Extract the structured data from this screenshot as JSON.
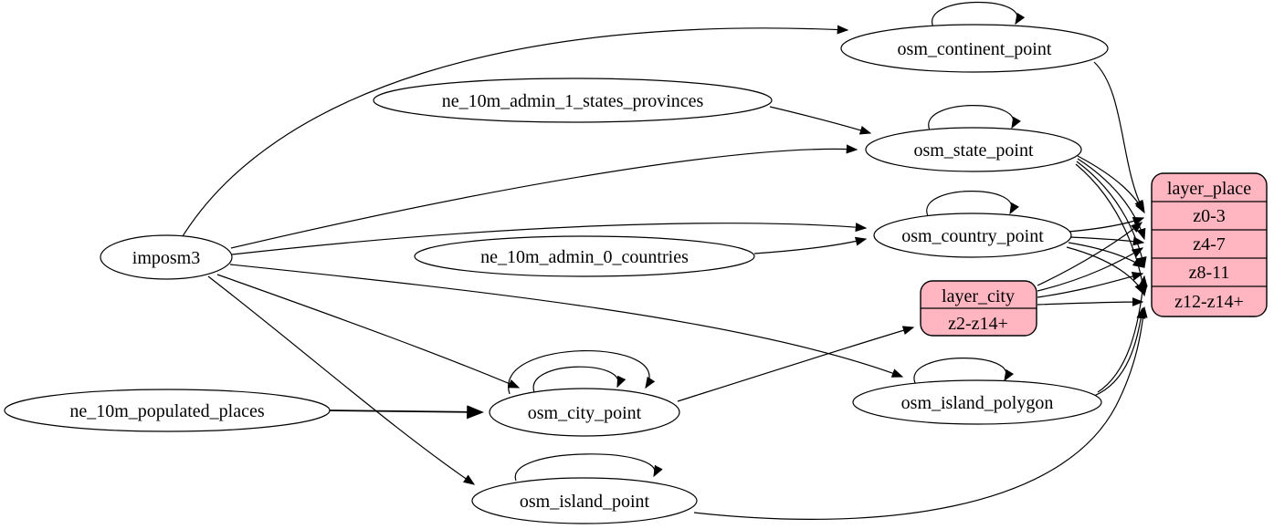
{
  "diagram": {
    "type": "etl-graph",
    "background": "#ffffff",
    "colors": {
      "node_fill": "#ffffff",
      "record_fill": "#ffb6c1",
      "stroke": "#000000",
      "text": "#000000"
    }
  },
  "nodes": {
    "imposm3": {
      "label": "imposm3",
      "shape": "ellipse"
    },
    "ne_10m_admin_1_states_provinces": {
      "label": "ne_10m_admin_1_states_provinces",
      "shape": "ellipse"
    },
    "ne_10m_admin_0_countries": {
      "label": "ne_10m_admin_0_countries",
      "shape": "ellipse"
    },
    "ne_10m_populated_places": {
      "label": "ne_10m_populated_places",
      "shape": "ellipse"
    },
    "osm_continent_point": {
      "label": "osm_continent_point",
      "shape": "ellipse",
      "self_loop": true
    },
    "osm_state_point": {
      "label": "osm_state_point",
      "shape": "ellipse",
      "self_loop": true
    },
    "osm_country_point": {
      "label": "osm_country_point",
      "shape": "ellipse",
      "self_loop": true
    },
    "osm_city_point": {
      "label": "osm_city_point",
      "shape": "ellipse",
      "self_loops": 2
    },
    "osm_island_polygon": {
      "label": "osm_island_polygon",
      "shape": "ellipse",
      "self_loop": true
    },
    "osm_island_point": {
      "label": "osm_island_point",
      "shape": "ellipse",
      "self_loop": true
    }
  },
  "records": {
    "layer_place": {
      "title": "layer_place",
      "rows": [
        "z0-3",
        "z4-7",
        "z8-11",
        "z12-z14+"
      ]
    },
    "layer_city": {
      "title": "layer_city",
      "rows": [
        "z2-z14+"
      ]
    }
  },
  "edges": [
    {
      "from": "imposm3",
      "to": "osm_continent_point"
    },
    {
      "from": "imposm3",
      "to": "osm_state_point"
    },
    {
      "from": "imposm3",
      "to": "osm_country_point"
    },
    {
      "from": "imposm3",
      "to": "osm_city_point"
    },
    {
      "from": "imposm3",
      "to": "osm_island_polygon"
    },
    {
      "from": "imposm3",
      "to": "osm_island_point"
    },
    {
      "from": "ne_10m_admin_1_states_provinces",
      "to": "osm_state_point"
    },
    {
      "from": "ne_10m_admin_0_countries",
      "to": "osm_country_point"
    },
    {
      "from": "ne_10m_populated_places",
      "to": "osm_city_point"
    },
    {
      "from": "osm_continent_point",
      "to": "osm_continent_point"
    },
    {
      "from": "osm_state_point",
      "to": "osm_state_point"
    },
    {
      "from": "osm_country_point",
      "to": "osm_country_point"
    },
    {
      "from": "osm_city_point",
      "to": "osm_city_point"
    },
    {
      "from": "osm_city_point",
      "to": "osm_city_point"
    },
    {
      "from": "osm_island_polygon",
      "to": "osm_island_polygon"
    },
    {
      "from": "osm_island_point",
      "to": "osm_island_point"
    },
    {
      "from": "osm_city_point",
      "to": "layer_city:z2-z14+"
    },
    {
      "from": "osm_continent_point",
      "to": "layer_place:z0-3"
    },
    {
      "from": "osm_state_point",
      "to": "layer_place:z0-3"
    },
    {
      "from": "osm_state_point",
      "to": "layer_place:z4-7"
    },
    {
      "from": "osm_state_point",
      "to": "layer_place:z8-11"
    },
    {
      "from": "osm_state_point",
      "to": "layer_place:z12-z14+"
    },
    {
      "from": "osm_country_point",
      "to": "layer_place:z0-3"
    },
    {
      "from": "osm_country_point",
      "to": "layer_place:z4-7"
    },
    {
      "from": "osm_country_point",
      "to": "layer_place:z8-11"
    },
    {
      "from": "osm_country_point",
      "to": "layer_place:z12-z14+"
    },
    {
      "from": "layer_city",
      "to": "layer_place:z0-3"
    },
    {
      "from": "layer_city",
      "to": "layer_place:z4-7"
    },
    {
      "from": "layer_city",
      "to": "layer_place:z8-11"
    },
    {
      "from": "layer_city",
      "to": "layer_place:z12-z14+"
    },
    {
      "from": "osm_island_polygon",
      "to": "layer_place:z8-11"
    },
    {
      "from": "osm_island_polygon",
      "to": "layer_place:z12-z14+"
    },
    {
      "from": "osm_island_point",
      "to": "layer_place:z12-z14+"
    }
  ]
}
